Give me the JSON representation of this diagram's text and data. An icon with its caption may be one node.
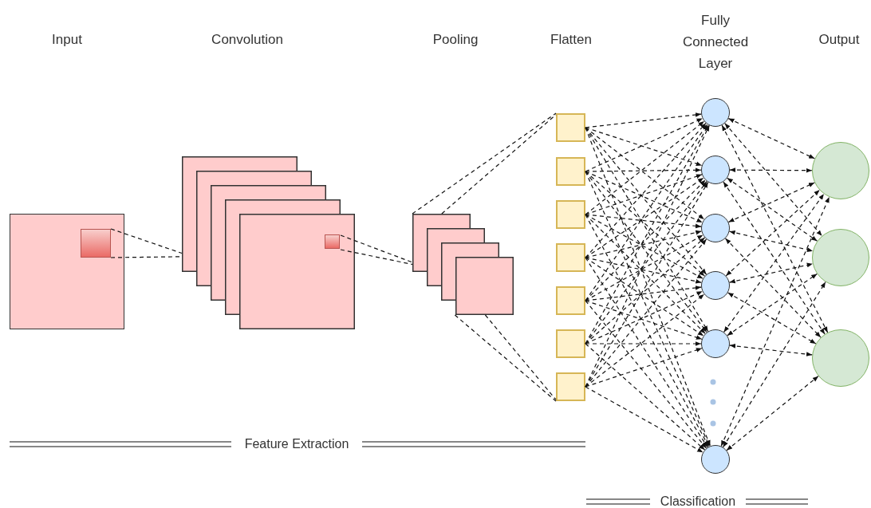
{
  "diagram": {
    "nodes": [
      {
        "text": [],
        "shape": "box"
      },
      {
        "text": [],
        "shape": "box",
        "in": 0
      },
      {
        "text": [],
        "shape": "box"
      },
      {
        "text": [],
        "shape": "box",
        "in": 2
      },
      {
        "text": [],
        "shape": "box"
      },
      {
        "text": [],
        "shape": "box"
      },
      {
        "text": [],
        "shape": "box"
      },
      {
        "text": [],
        "shape": "box"
      },
      {
        "text": [],
        "shape": "box"
      },
      {
        "text": [],
        "shape": "box"
      },
      {
        "text": [],
        "shape": "box"
      },
      {
        "text": [],
        "shape": "box"
      },
      {
        "text": [],
        "shape": "circle"
      },
      {
        "text": [],
        "shape": "circle"
      },
      {
        "text": [],
        "shape": "circle"
      },
      {
        "text": [],
        "shape": "circle"
      },
      {
        "text": [],
        "shape": "circle"
      },
      {
        "text": [],
        "shape": "circle"
      },
      {
        "text": [],
        "shape": "circle"
      },
      {
        "text": [],
        "shape": "circle"
      },
      {
        "text": [],
        "shape": "circle"
      }
    ],
    "edges": [
      {
        "from": 1,
        "to": 2,
        "arrow": "none",
        "style": "dashed"
      },
      {
        "from": 1,
        "to": 2,
        "arrow": "none",
        "style": "dashed"
      },
      {
        "from": 3,
        "to": 4,
        "arrow": "none",
        "style": "dashed"
      },
      {
        "from": 3,
        "to": 4,
        "arrow": "none",
        "style": "dashed"
      },
      {
        "from": 4,
        "to": 5,
        "arrow": "none",
        "style": "dashed"
      },
      {
        "from": 4,
        "to": 5,
        "arrow": "none",
        "style": "dashed"
      },
      {
        "from": 4,
        "to": 11,
        "arrow": "none",
        "style": "dashed"
      },
      {
        "from": 4,
        "to": 11,
        "arrow": "none",
        "style": "dashed"
      },
      {
        "from": 5,
        "to": 12,
        "arrow": "to",
        "style": "dashed"
      },
      {
        "from": 5,
        "to": 13,
        "arrow": "to",
        "style": "dashed"
      },
      {
        "from": 5,
        "to": 14,
        "arrow": "to",
        "style": "dashed"
      },
      {
        "from": 5,
        "to": 15,
        "arrow": "to",
        "style": "dashed"
      },
      {
        "from": 5,
        "to": 16,
        "arrow": "to",
        "style": "dashed"
      },
      {
        "from": 5,
        "to": 17,
        "arrow": "to",
        "style": "dashed"
      },
      {
        "from": 6,
        "to": 12,
        "arrow": "to",
        "style": "dashed"
      },
      {
        "from": 6,
        "to": 13,
        "arrow": "to",
        "style": "dashed"
      },
      {
        "from": 6,
        "to": 14,
        "arrow": "to",
        "style": "dashed"
      },
      {
        "from": 6,
        "to": 15,
        "arrow": "to",
        "style": "dashed"
      },
      {
        "from": 6,
        "to": 16,
        "arrow": "to",
        "style": "dashed"
      },
      {
        "from": 6,
        "to": 17,
        "arrow": "to",
        "style": "dashed"
      },
      {
        "from": 7,
        "to": 12,
        "arrow": "to",
        "style": "dashed"
      },
      {
        "from": 7,
        "to": 13,
        "arrow": "to",
        "style": "dashed"
      },
      {
        "from": 7,
        "to": 14,
        "arrow": "to",
        "style": "dashed"
      },
      {
        "from": 7,
        "to": 15,
        "arrow": "to",
        "style": "dashed"
      },
      {
        "from": 7,
        "to": 16,
        "arrow": "to",
        "style": "dashed"
      },
      {
        "from": 7,
        "to": 17,
        "arrow": "to",
        "style": "dashed"
      },
      {
        "from": 8,
        "to": 12,
        "arrow": "to",
        "style": "dashed"
      },
      {
        "from": 8,
        "to": 13,
        "arrow": "to",
        "style": "dashed"
      },
      {
        "from": 8,
        "to": 14,
        "arrow": "to",
        "style": "dashed"
      },
      {
        "from": 8,
        "to": 15,
        "arrow": "to",
        "style": "dashed"
      },
      {
        "from": 8,
        "to": 16,
        "arrow": "to",
        "style": "dashed"
      },
      {
        "from": 8,
        "to": 17,
        "arrow": "to",
        "style": "dashed"
      },
      {
        "from": 9,
        "to": 12,
        "arrow": "to",
        "style": "dashed"
      },
      {
        "from": 9,
        "to": 13,
        "arrow": "to",
        "style": "dashed"
      },
      {
        "from": 9,
        "to": 14,
        "arrow": "to",
        "style": "dashed"
      },
      {
        "from": 9,
        "to": 15,
        "arrow": "to",
        "style": "dashed"
      },
      {
        "from": 9,
        "to": 16,
        "arrow": "to",
        "style": "dashed"
      },
      {
        "from": 9,
        "to": 17,
        "arrow": "to",
        "style": "dashed"
      },
      {
        "from": 10,
        "to": 12,
        "arrow": "to",
        "style": "dashed"
      },
      {
        "from": 10,
        "to": 13,
        "arrow": "to",
        "style": "dashed"
      },
      {
        "from": 10,
        "to": 14,
        "arrow": "to",
        "style": "dashed"
      },
      {
        "from": 10,
        "to": 15,
        "arrow": "to",
        "style": "dashed"
      },
      {
        "from": 10,
        "to": 16,
        "arrow": "to",
        "style": "dashed"
      },
      {
        "from": 10,
        "to": 17,
        "arrow": "to",
        "style": "dashed"
      },
      {
        "from": 11,
        "to": 12,
        "arrow": "to",
        "style": "dashed"
      },
      {
        "from": 11,
        "to": 13,
        "arrow": "to",
        "style": "dashed"
      },
      {
        "from": 11,
        "to": 14,
        "arrow": "to",
        "style": "dashed"
      },
      {
        "from": 11,
        "to": 15,
        "arrow": "to",
        "style": "dashed"
      },
      {
        "from": 11,
        "to": 16,
        "arrow": "to",
        "style": "dashed"
      },
      {
        "from": 11,
        "to": 17,
        "arrow": "to",
        "style": "dashed"
      },
      {
        "from": 12,
        "to": 18,
        "arrow": "both",
        "style": "dashed"
      },
      {
        "from": 12,
        "to": 19,
        "arrow": "both",
        "style": "dashed"
      },
      {
        "from": 12,
        "to": 20,
        "arrow": "both",
        "style": "dashed"
      },
      {
        "from": 13,
        "to": 18,
        "arrow": "both",
        "style": "dashed"
      },
      {
        "from": 13,
        "to": 19,
        "arrow": "both",
        "style": "dashed"
      },
      {
        "from": 13,
        "to": 20,
        "arrow": "both",
        "style": "dashed"
      },
      {
        "from": 14,
        "to": 18,
        "arrow": "both",
        "style": "dashed"
      },
      {
        "from": 14,
        "to": 19,
        "arrow": "both",
        "style": "dashed"
      },
      {
        "from": 14,
        "to": 20,
        "arrow": "both",
        "style": "dashed"
      },
      {
        "from": 15,
        "to": 18,
        "arrow": "both",
        "style": "dashed"
      },
      {
        "from": 15,
        "to": 19,
        "arrow": "both",
        "style": "dashed"
      },
      {
        "from": 15,
        "to": 20,
        "arrow": "both",
        "style": "dashed"
      },
      {
        "from": 16,
        "to": 18,
        "arrow": "both",
        "style": "dashed"
      },
      {
        "from": 16,
        "to": 19,
        "arrow": "both",
        "style": "dashed"
      },
      {
        "from": 16,
        "to": 20,
        "arrow": "both",
        "style": "dashed"
      },
      {
        "from": 17,
        "to": 18,
        "arrow": "both",
        "style": "dashed"
      },
      {
        "from": 17,
        "to": 19,
        "arrow": "both",
        "style": "dashed"
      },
      {
        "from": 17,
        "to": 20,
        "arrow": "both",
        "style": "dashed"
      }
    ],
    "labels": [
      "Input",
      "Convolution",
      "Pooling",
      "Flatten",
      "Fully Connected Layer",
      "Output",
      "Feature Extraction",
      "Classification"
    ]
  }
}
